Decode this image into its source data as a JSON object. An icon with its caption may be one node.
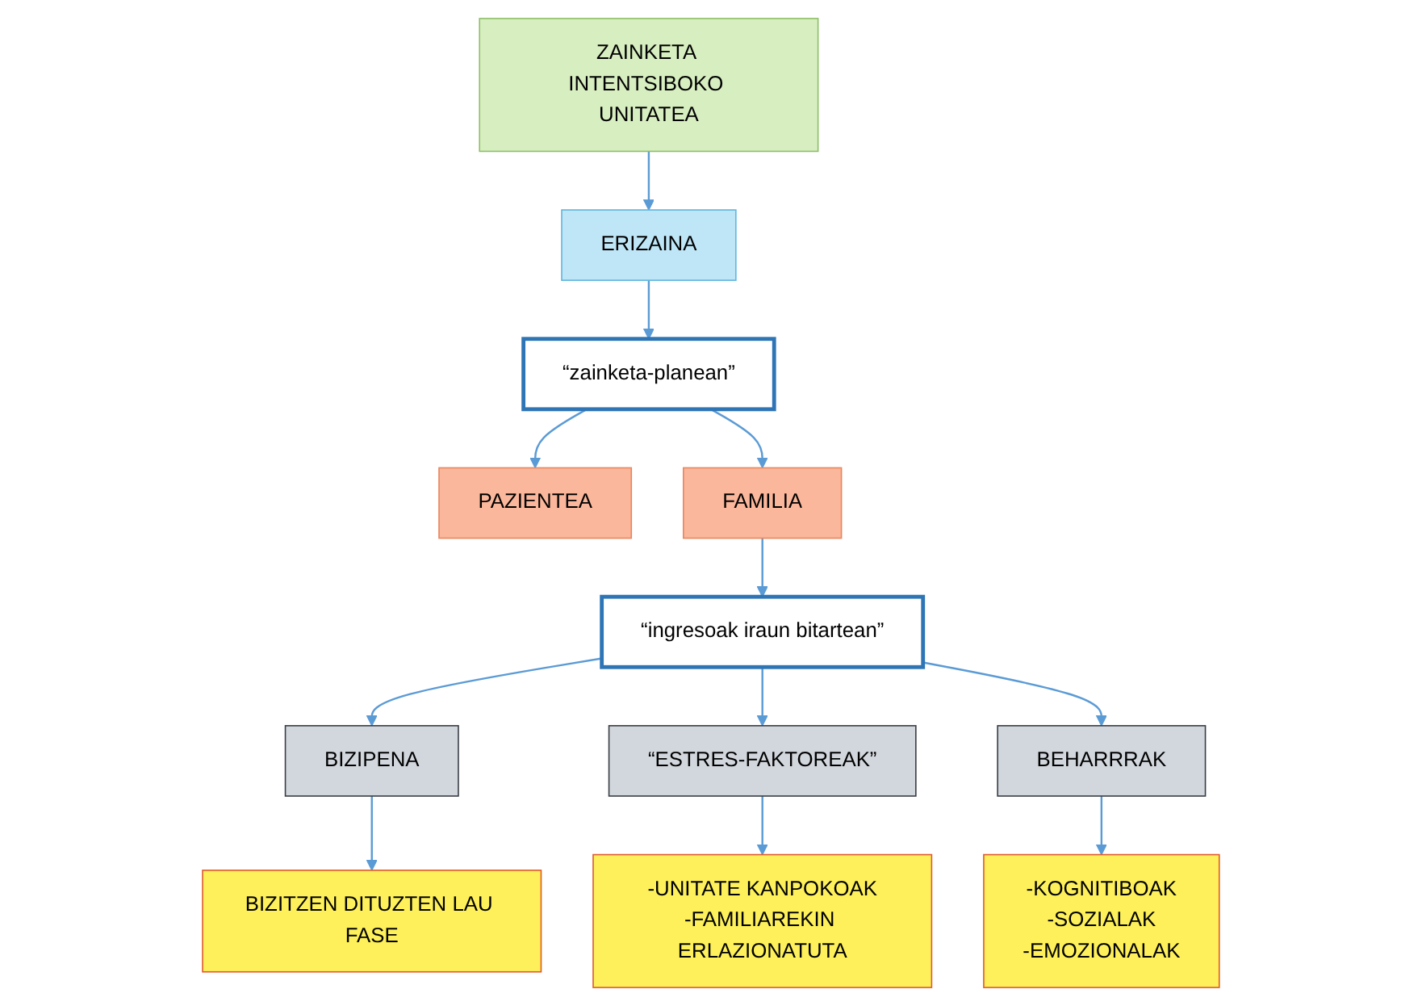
{
  "diagram": {
    "nodes": [
      {
        "text": [
          "ZAINKETA INTENTSIBOKO UNITATEA"
        ]
      },
      {
        "text": [
          "ERIZAINA"
        ]
      },
      {
        "text": [
          "“zainketa-planean”"
        ]
      },
      {
        "text": [
          "PAZIENTEA"
        ]
      },
      {
        "text": [
          "FAMILIA"
        ]
      },
      {
        "text": [
          "“ingresoak iraun bitartean”"
        ]
      },
      {
        "text": [
          "BIZIPENA"
        ]
      },
      {
        "text": [
          "“ESTRES-FAKTOREAK”"
        ]
      },
      {
        "text": [
          "BEHARRRAK"
        ]
      },
      {
        "text": [
          "BIZITZEN DITUZTEN LAU FASE"
        ]
      },
      {
        "text": [
          "-UNITATE KANPOKOAK",
          "-FAMILIAREKIN ERLAZIONATUTA"
        ]
      },
      {
        "text": [
          "-KOGNITIBOAK",
          "-SOZIALAK",
          "-EMOZIONALAK"
        ]
      }
    ],
    "edges": [
      {
        "from": 0,
        "to": 1,
        "arrow": "to"
      },
      {
        "from": 1,
        "to": 2,
        "arrow": "to"
      },
      {
        "from": 2,
        "to": 3,
        "arrow": "to"
      },
      {
        "from": 2,
        "to": 4,
        "arrow": "to"
      },
      {
        "from": 4,
        "to": 5,
        "arrow": "to"
      },
      {
        "from": 5,
        "to": 6,
        "arrow": "to"
      },
      {
        "from": 5,
        "to": 7,
        "arrow": "to"
      },
      {
        "from": 5,
        "to": 8,
        "arrow": "to"
      },
      {
        "from": 6,
        "to": 9,
        "arrow": "to"
      },
      {
        "from": 7,
        "to": 10,
        "arrow": "to"
      },
      {
        "from": 8,
        "to": 11,
        "arrow": "to"
      }
    ]
  }
}
